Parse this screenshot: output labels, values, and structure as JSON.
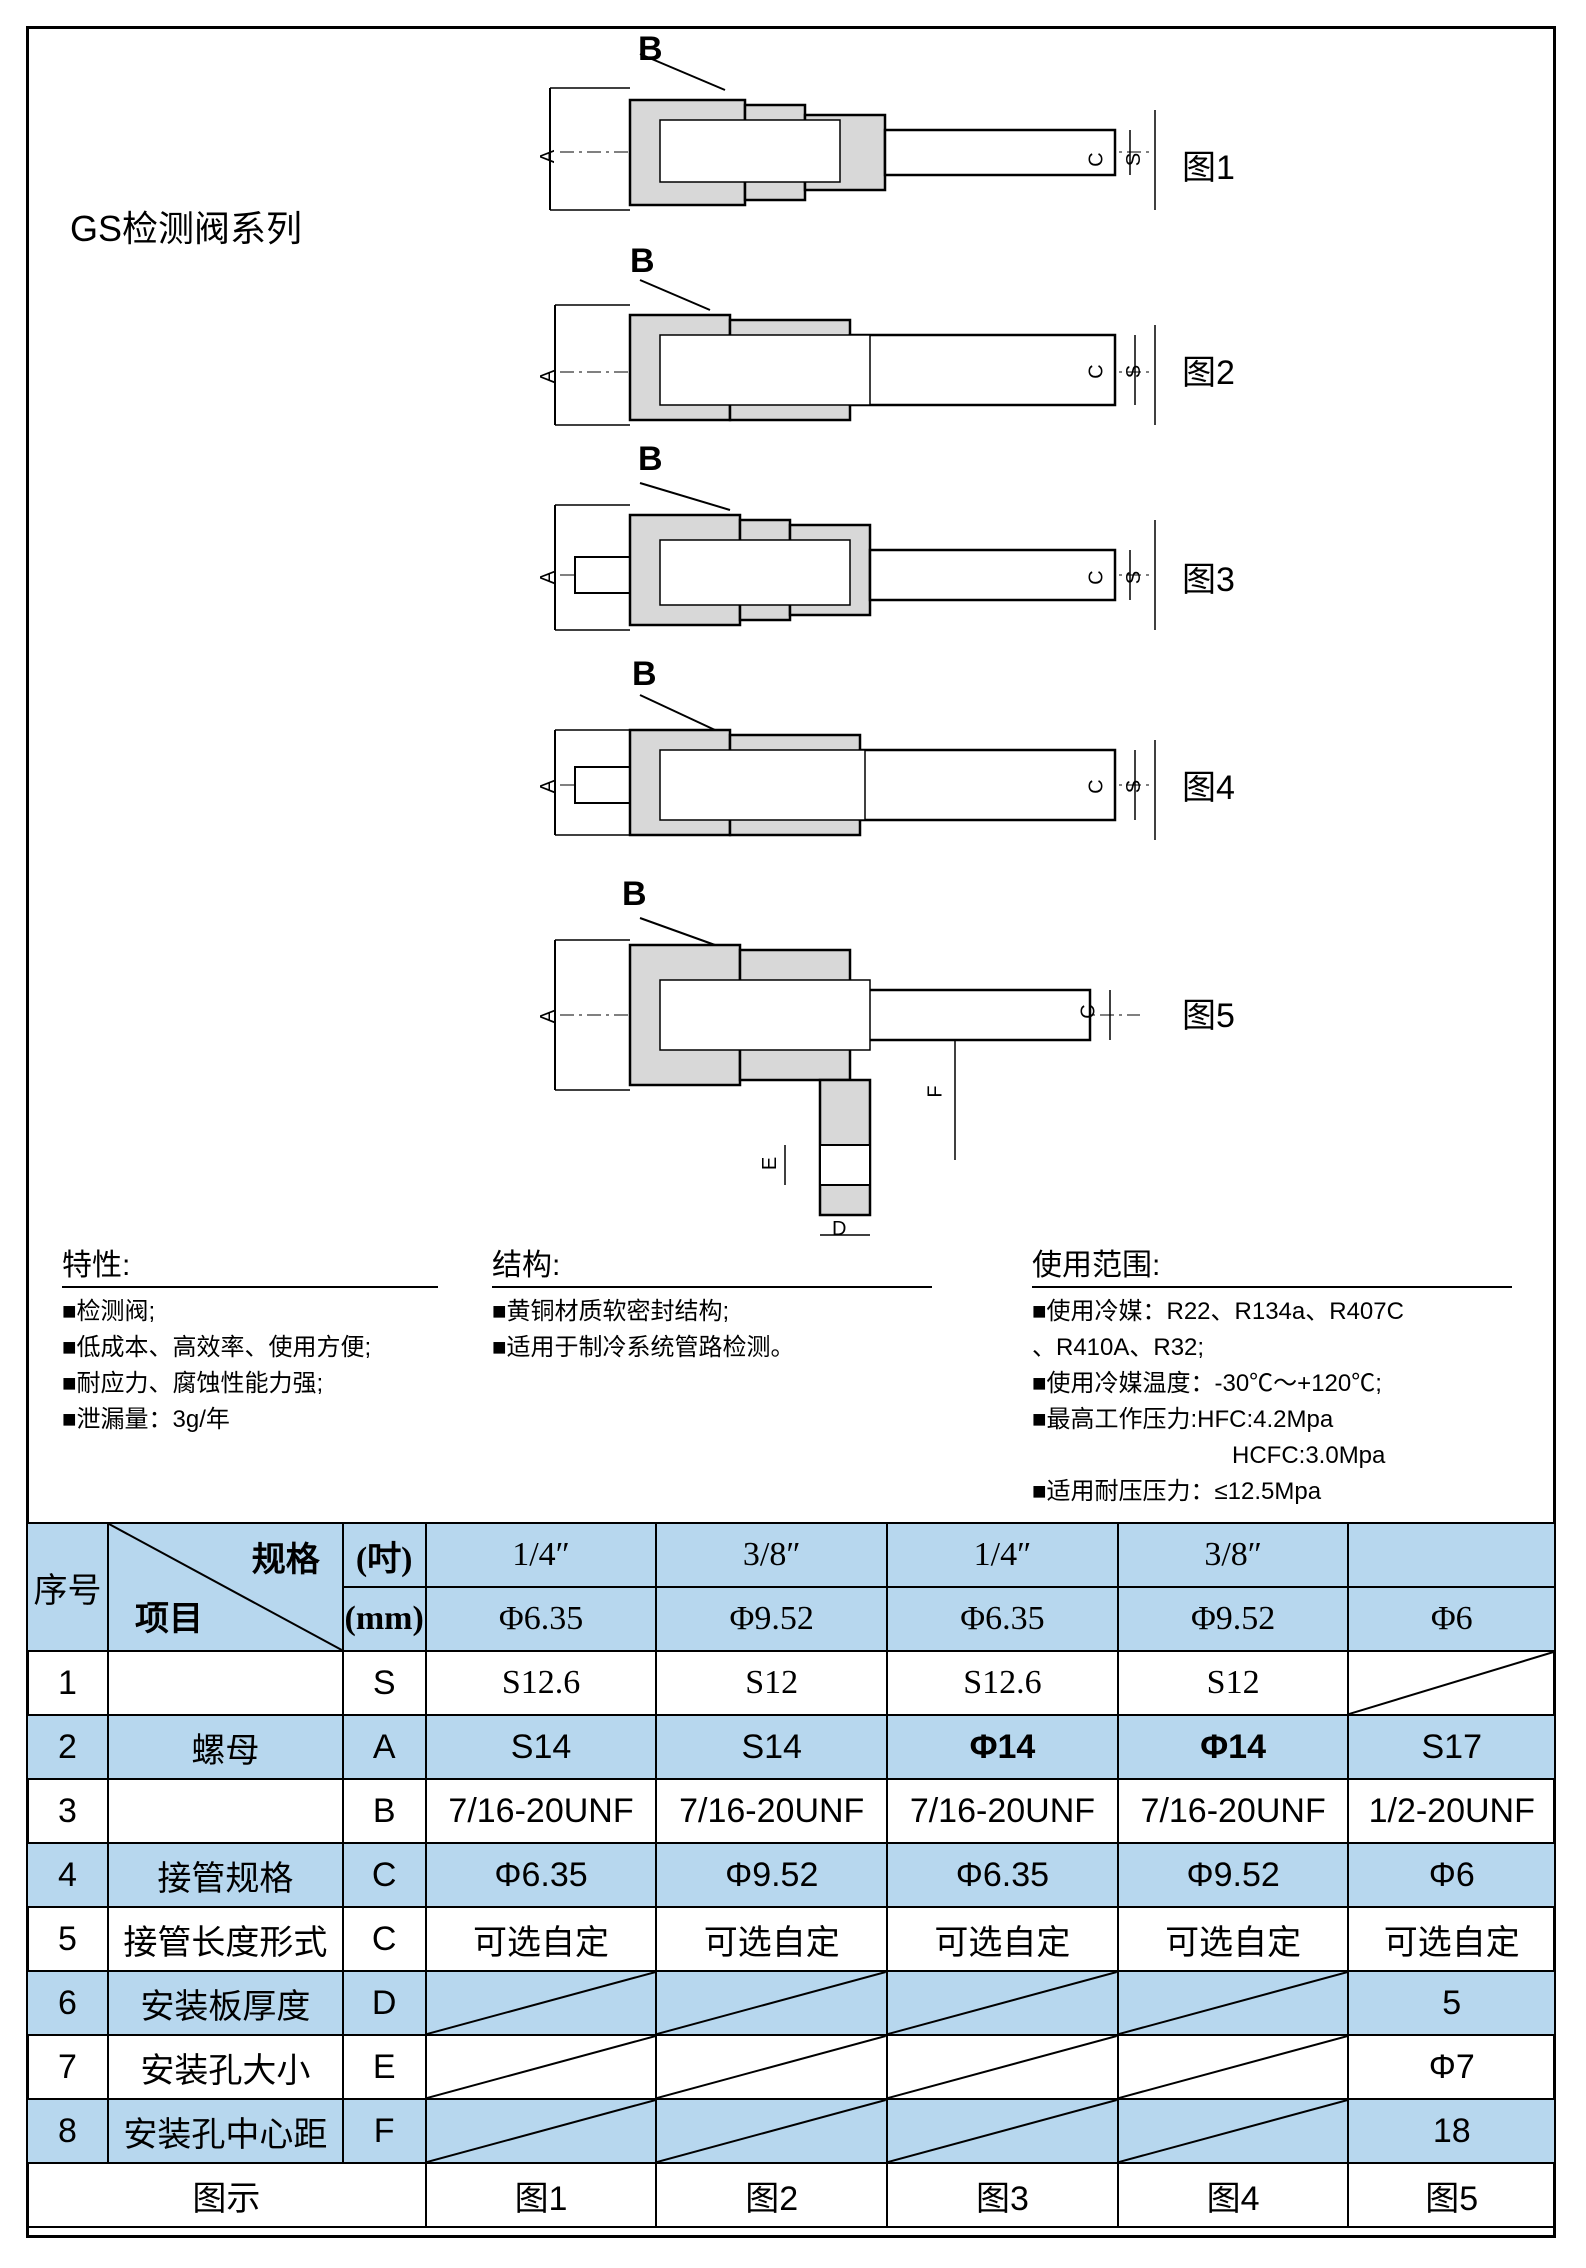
{
  "series_title": "GS检测阀系列",
  "figures": {
    "fig1": {
      "label": "图1",
      "b": "B",
      "a": "A",
      "c": "C",
      "s": "S"
    },
    "fig2": {
      "label": "图2",
      "b": "B",
      "a": "A",
      "c": "C",
      "s": "S"
    },
    "fig3": {
      "label": "图3",
      "b": "B",
      "a": "A",
      "c": "C",
      "s": "S"
    },
    "fig4": {
      "label": "图4",
      "b": "B",
      "a": "A",
      "c": "C",
      "s": "S"
    },
    "fig5": {
      "label": "图5",
      "b": "B",
      "a": "A",
      "c": "C",
      "f": "F",
      "e": "E",
      "d": "D"
    }
  },
  "features": {
    "title": "特性:",
    "items": [
      "■检测阀;",
      "■低成本、高效率、使用方便;",
      "■耐应力、腐蚀性能力强;",
      "■泄漏量：3g/年"
    ]
  },
  "structure": {
    "title": "结构:",
    "items": [
      "■黄铜材质软密封结构;",
      "■适用于制冷系统管路检测。"
    ]
  },
  "usage": {
    "title": "使用范围:",
    "items": [
      "■使用冷媒：R22、R134a、R407C",
      "、R410A、R32;",
      "■使用冷媒温度：-30℃～+120℃;",
      "■最高工作压力:HFC:4.2Mpa",
      "HCFC:3.0Mpa",
      "■适用耐压压力：≤12.5Mpa"
    ]
  },
  "table": {
    "header": {
      "seq": "序号",
      "spec": "规格",
      "item": "项目",
      "inch": "(吋)",
      "mm": "(mm)",
      "inch_values": [
        "1/4″",
        "3/8″",
        "1/4″",
        "3/8″",
        ""
      ],
      "mm_values": [
        "Φ6.35",
        "Φ9.52",
        "Φ6.35",
        "Φ9.52",
        "Φ6"
      ]
    },
    "rows": [
      {
        "no": "1",
        "name": "",
        "code": "S",
        "values": [
          "S12.6",
          "S12",
          "S12.6",
          "S12",
          ""
        ]
      },
      {
        "no": "2",
        "name": "螺母",
        "code": "A",
        "values": [
          "S14",
          "S14",
          "Φ14",
          "Φ14",
          "S17"
        ]
      },
      {
        "no": "3",
        "name": "",
        "code": "B",
        "values": [
          "7/16-20UNF",
          "7/16-20UNF",
          "7/16-20UNF",
          "7/16-20UNF",
          "1/2-20UNF"
        ]
      },
      {
        "no": "4",
        "name": "接管规格",
        "code": "C",
        "values": [
          "Φ6.35",
          "Φ9.52",
          "Φ6.35",
          "Φ9.52",
          "Φ6"
        ]
      },
      {
        "no": "5",
        "name": "接管长度形式",
        "code": "C",
        "values": [
          "可选自定",
          "可选自定",
          "可选自定",
          "可选自定",
          "可选自定"
        ]
      },
      {
        "no": "6",
        "name": "安装板厚度",
        "code": "D",
        "values": [
          "",
          "",
          "",
          "",
          "5"
        ]
      },
      {
        "no": "7",
        "name": "安装孔大小",
        "code": "E",
        "values": [
          "",
          "",
          "",
          "",
          "Φ7"
        ]
      },
      {
        "no": "8",
        "name": "安装孔中心距",
        "code": "F",
        "values": [
          "",
          "",
          "",
          "",
          "18"
        ]
      }
    ],
    "footer": {
      "label": "图示",
      "values": [
        "图1",
        "图2",
        "图3",
        "图4",
        "图5"
      ]
    }
  }
}
